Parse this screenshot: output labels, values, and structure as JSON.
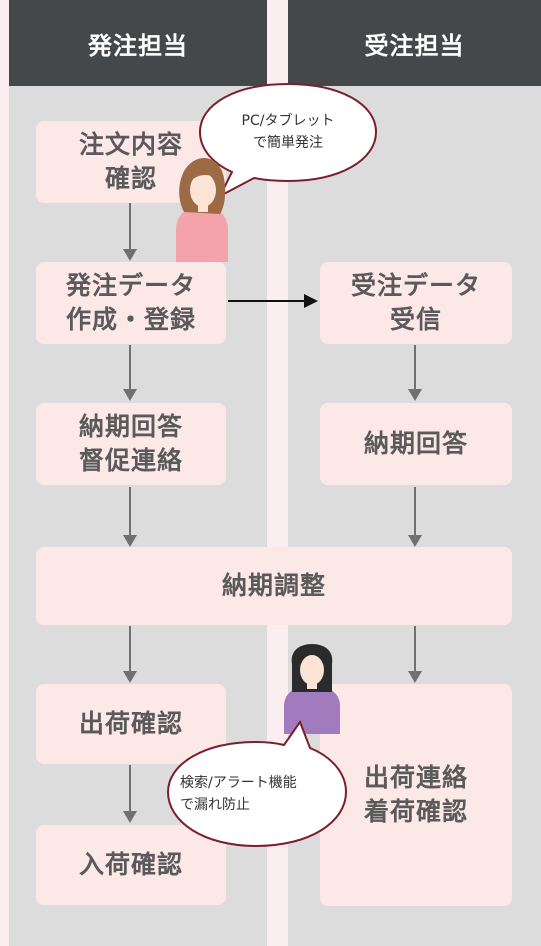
{
  "lanes": {
    "left_title": "発注担当",
    "right_title": "受注担当"
  },
  "boxes": {
    "order_confirm": [
      "注文内容",
      "確認"
    ],
    "create_order": [
      "発注データ",
      "作成・登録"
    ],
    "delivery_reply_req": [
      "納期回答",
      "督促連絡"
    ],
    "receive_order": [
      "受注データ",
      "受信"
    ],
    "delivery_reply": "納期回答",
    "delivery_adjust": "納期調整",
    "ship_confirm": "出荷確認",
    "ship_notify": [
      "出荷連絡",
      "着荷確認"
    ],
    "receive_confirm": "入荷確認"
  },
  "bubbles": {
    "top": [
      "PC/タブレット",
      "で簡単発注"
    ],
    "bottom": [
      "検索/アラート機能",
      "で漏れ防止"
    ]
  },
  "colors": {
    "lane": "#dcdcdc",
    "header": "#45484b",
    "box": "#fde8e8",
    "background": "#fbeef1",
    "arrow": "#707070"
  }
}
